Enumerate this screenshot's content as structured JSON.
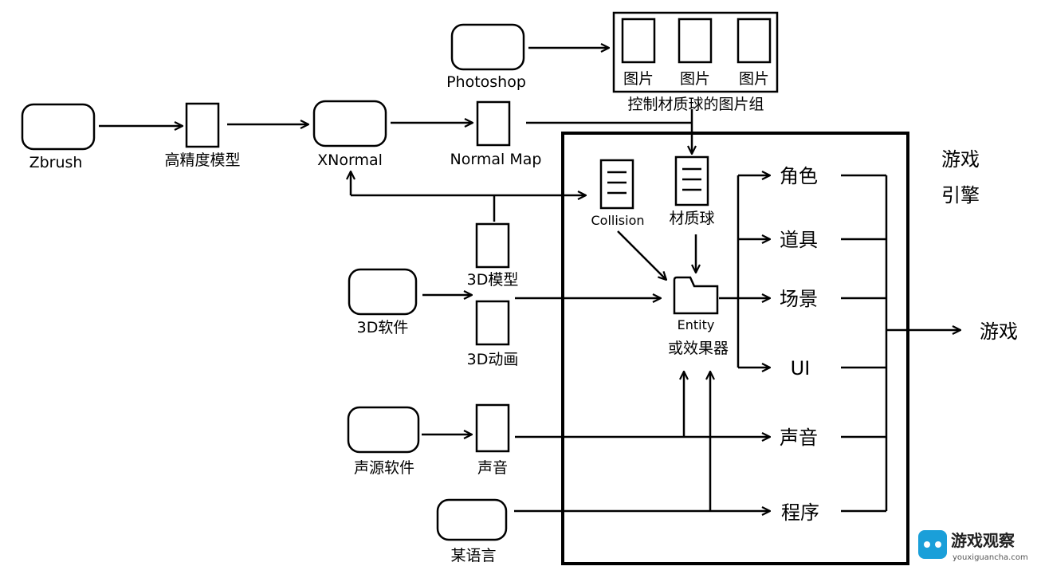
{
  "tools": {
    "zbrush": "Zbrush",
    "xnormal": "XNormal",
    "photoshop": "Photoshop",
    "software_3d": "3D软件",
    "sound_software": "声源软件",
    "some_language": "某语言"
  },
  "assets": {
    "high_poly_model": "高精度模型",
    "normal_map": "Normal Map",
    "model_3d": "3D模型",
    "animation_3d": "3D动画",
    "sound": "声音"
  },
  "image_group": {
    "items": [
      "图片",
      "图片",
      "图片"
    ],
    "caption": "控制材质球的图片组"
  },
  "engine": {
    "title_line1": "游戏",
    "title_line2": "引擎",
    "collision": "Collision",
    "material": "材质球",
    "entity": "Entity",
    "entity_sub": "或效果器",
    "outputs": [
      "角色",
      "道具",
      "场景",
      "UI",
      "声音",
      "程序"
    ]
  },
  "final_output": "游戏",
  "watermark": {
    "brand": "游戏观察",
    "url": "youxiguancha.com"
  }
}
